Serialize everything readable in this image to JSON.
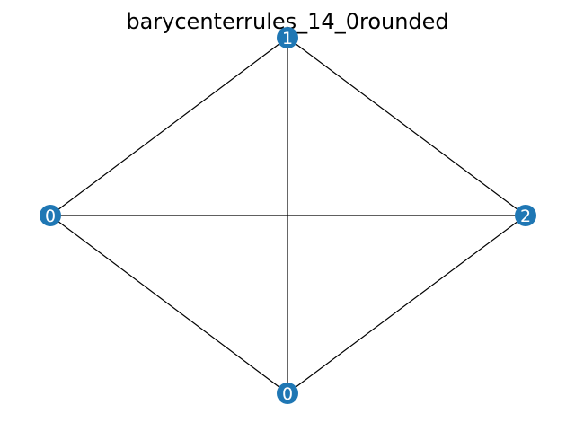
{
  "title": "barycenterrules_14_0rounded",
  "colors": {
    "node": "#1f77b4",
    "edge": "#000000",
    "label": "#ffffff",
    "background": "#ffffff"
  },
  "nodes": [
    {
      "id": "top",
      "label": "1"
    },
    {
      "id": "left",
      "label": "0"
    },
    {
      "id": "right",
      "label": "2"
    },
    {
      "id": "bottom",
      "label": "0"
    }
  ],
  "edges": [
    {
      "source": "top",
      "target": "left"
    },
    {
      "source": "top",
      "target": "right"
    },
    {
      "source": "top",
      "target": "bottom"
    },
    {
      "source": "left",
      "target": "right"
    },
    {
      "source": "left",
      "target": "bottom"
    },
    {
      "source": "right",
      "target": "bottom"
    }
  ]
}
